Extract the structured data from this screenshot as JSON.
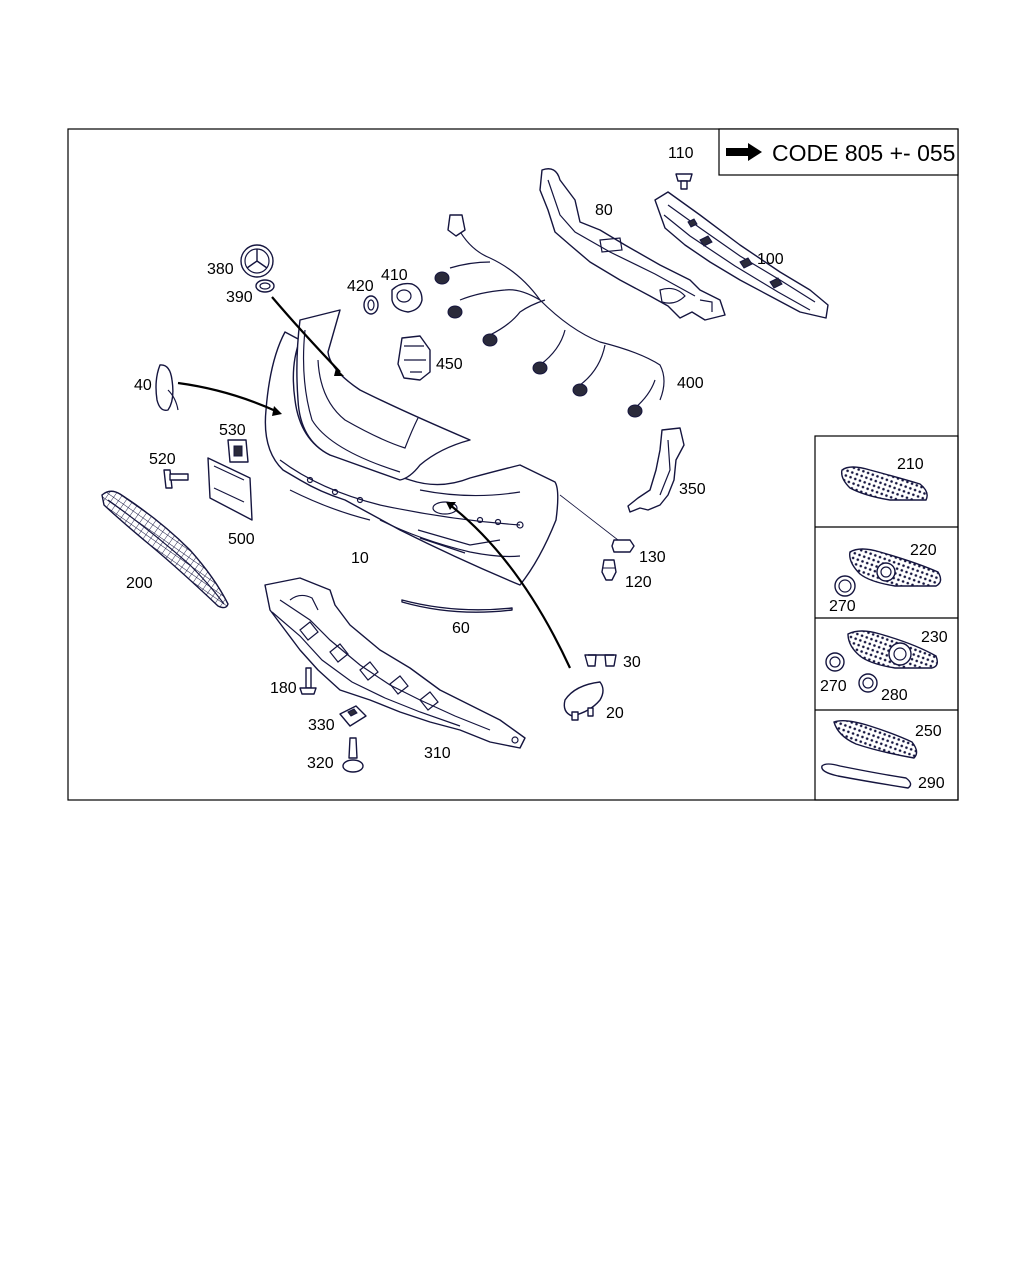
{
  "legend": {
    "code": "CODE 805 +- 055"
  },
  "labels": {
    "p10": "10",
    "p20": "20",
    "p30": "30",
    "p40": "40",
    "p60": "60",
    "p80": "80",
    "p100": "100",
    "p110": "110",
    "p120": "120",
    "p130": "130",
    "p180": "180",
    "p200": "200",
    "p210": "210",
    "p220": "220",
    "p230": "230",
    "p250": "250",
    "p270a": "270",
    "p270b": "270",
    "p280": "280",
    "p290": "290",
    "p310": "310",
    "p320": "320",
    "p330": "330",
    "p350": "350",
    "p380": "380",
    "p390": "390",
    "p400": "400",
    "p410": "410",
    "p420": "420",
    "p450": "450",
    "p500": "500",
    "p520": "520",
    "p530": "530"
  },
  "colors": {
    "line": "#15153f",
    "frame": "#000000"
  }
}
